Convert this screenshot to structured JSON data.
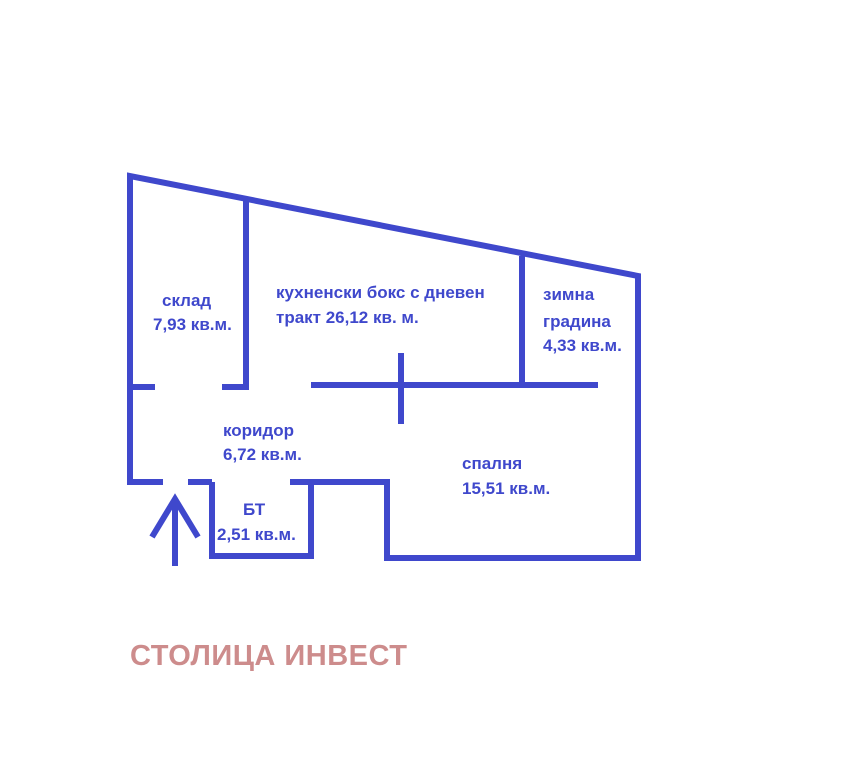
{
  "plan": {
    "wall_color": "#3f48cc",
    "rooms": {
      "storage": {
        "name": "склад",
        "area": "7,93 кв.м."
      },
      "kitchen": {
        "line1": "кухненски бокс с дневен",
        "line2": "тракт 26,12 кв. м."
      },
      "winter_garden": {
        "line1": "зимна",
        "line2": "градина",
        "area": "4,33 кв.м."
      },
      "corridor": {
        "name": "коридор",
        "area": "6,72 кв.м."
      },
      "bedroom": {
        "name": "спалня",
        "area": "15,51 кв.м."
      },
      "bathroom": {
        "name": "БТ",
        "area": "2,51 кв.м."
      }
    },
    "entrance_icon": "arrow-up-icon"
  },
  "watermark": {
    "text": "СТОЛИЦА ИНВЕСТ",
    "color": "#cd8c8c"
  }
}
